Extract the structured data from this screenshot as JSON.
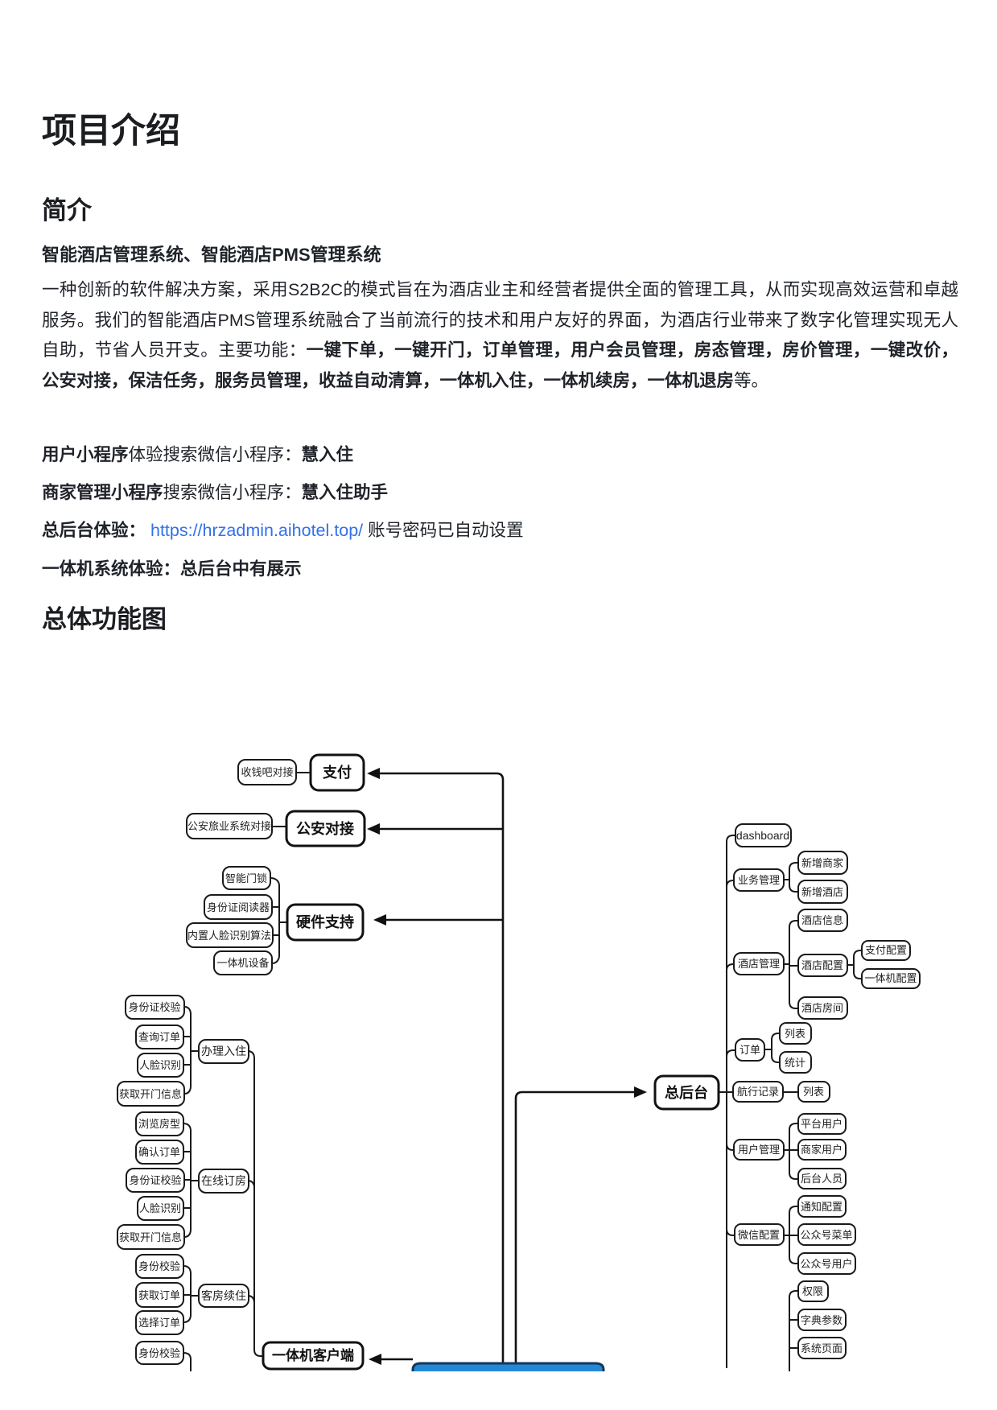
{
  "doc": {
    "title": "项目介绍",
    "intro_heading": "简介",
    "subtitle": "智能酒店管理系统、智能酒店PMS管理系统",
    "para_normal": "一种创新的软件解决方案，采用S2B2C的模式旨在为酒店业主和经营者提供全面的管理工具，从而实现高效运营和卓越服务。我们的智能酒店PMS管理系统融合了当前流行的技术和用户友好的界面，为酒店行业带来了数字化管理实现无人自助，节省人员开支。主要功能：",
    "para_bold": "一键下单，一键开门，订单管理，用户会员管理，房态管理，房价管理，一键改价，公安对接，保洁任务，服务员管理，收益自动清算，一体机入住，一体机续房，一体机退房",
    "para_tail": "等。",
    "line_user_mp_bold": "用户小程序",
    "line_user_mp_text": "体验搜索微信小程序：",
    "line_user_mp_value": "慧入住",
    "line_merchant_mp_bold": "商家管理小程序",
    "line_merchant_mp_text": "搜索微信小程序：",
    "line_merchant_mp_value": "慧入住助手",
    "line_admin_bold": "总后台体验：",
    "line_admin_link": "https://hrzadmin.aihotel.top/",
    "line_admin_text": "账号密码已自动设置",
    "line_kiosk_bold": "一体机系统体验：总后台中有展示",
    "diagram_heading": "总体功能图"
  },
  "colors": {
    "link_blue": "#3370EB",
    "client_box_blue": "#2389d6"
  },
  "diagram": {
    "pay_partner": "收钱吧对接",
    "pay": "支付",
    "police_partner": "公安旅业系统对接",
    "police": "公安对接",
    "hardware": "硬件支持",
    "hardware_children": [
      "智能门锁",
      "身份证阅读器",
      "内置人脸识别算法",
      "一体机设备"
    ],
    "checkin": "办理入住",
    "checkin_children": [
      "身份证校验",
      "查询订单",
      "人脸识别",
      "获取开门信息"
    ],
    "booking": "在线订房",
    "booking_children": [
      "浏览房型",
      "确认订单",
      "身份证校验",
      "人脸识别",
      "获取开门信息"
    ],
    "renew": "客房续住",
    "renew_children": [
      "身份校验",
      "获取订单",
      "选择订单"
    ],
    "extra_node": "身份校验",
    "kiosk": "一体机客户端",
    "backend": "总后台",
    "dashboard": "dashboard",
    "business": "业务管理",
    "business_children": [
      "新增商家",
      "新增酒店"
    ],
    "hotel": "酒店管理",
    "hotel_children": [
      "酒店信息",
      "酒店配置",
      "酒店房间"
    ],
    "hotel_config_children": [
      "支付配置",
      "一体机配置"
    ],
    "order": "订单",
    "order_children": [
      "列表",
      "统计"
    ],
    "travel": "航行记录",
    "travel_child": "列表",
    "users": "用户管理",
    "users_children": [
      "平台用户",
      "商家用户",
      "后台人员"
    ],
    "wechat": "微信配置",
    "wechat_children": [
      "通知配置",
      "公众号菜单",
      "公众号用户"
    ],
    "system_children": [
      "权限",
      "字典参数",
      "系统页面"
    ]
  }
}
